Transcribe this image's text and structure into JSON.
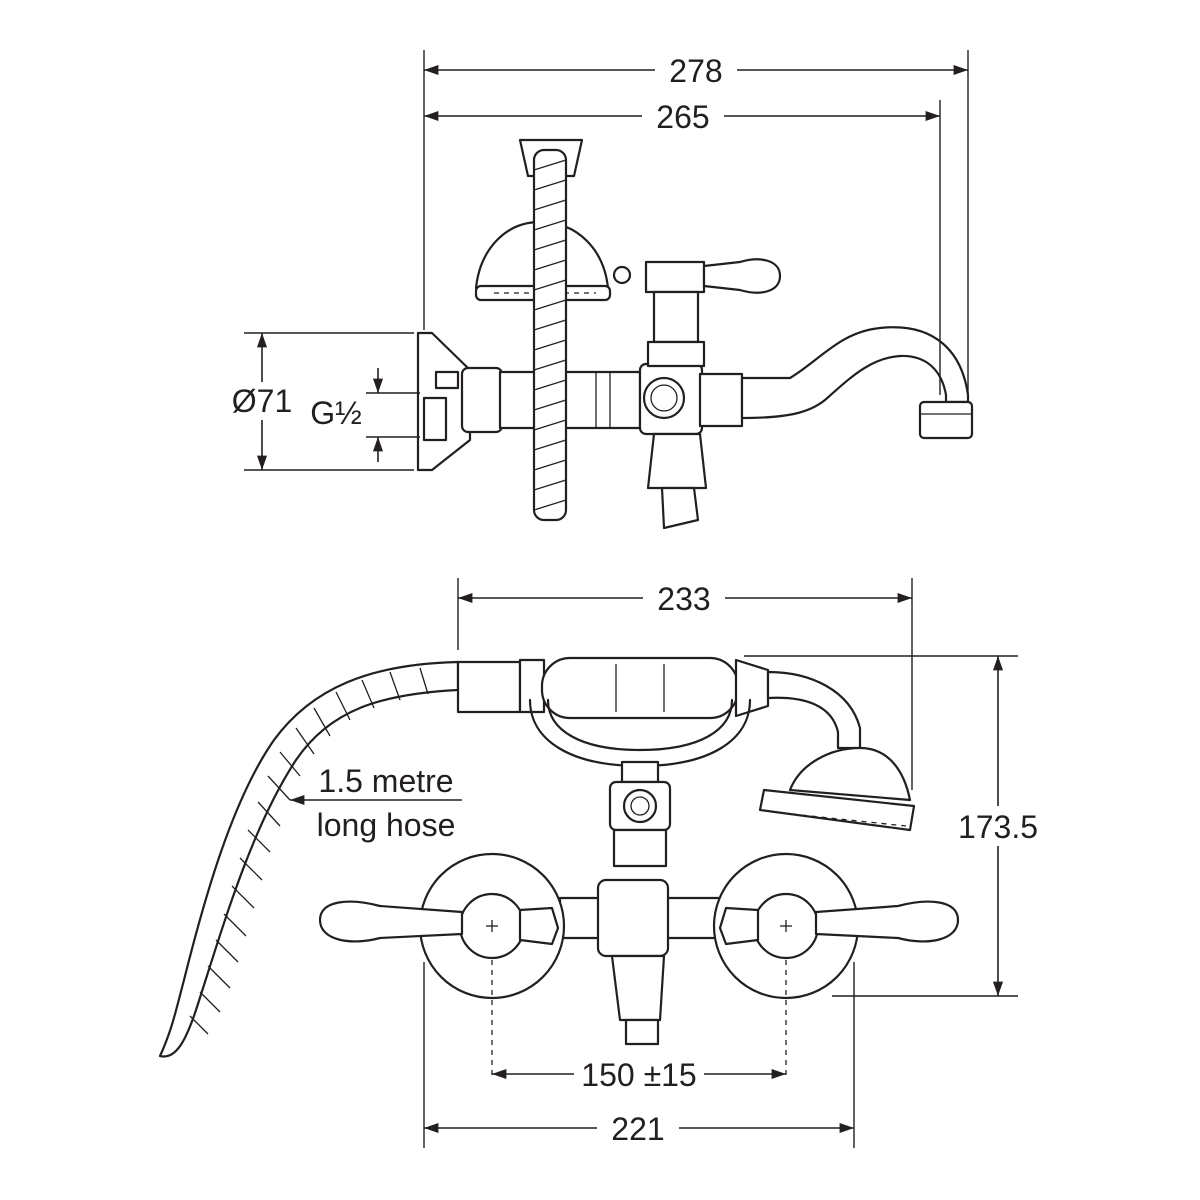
{
  "dimensions": {
    "overall_depth": "278",
    "spout_depth": "265",
    "flange_diameter": "Ø71",
    "thread": "G½",
    "handshower_width": "233",
    "height": "173.5",
    "centres": "150 ±15",
    "overall_width": "221"
  },
  "notes": {
    "hose_line1": "1.5 metre",
    "hose_line2": "long hose"
  }
}
